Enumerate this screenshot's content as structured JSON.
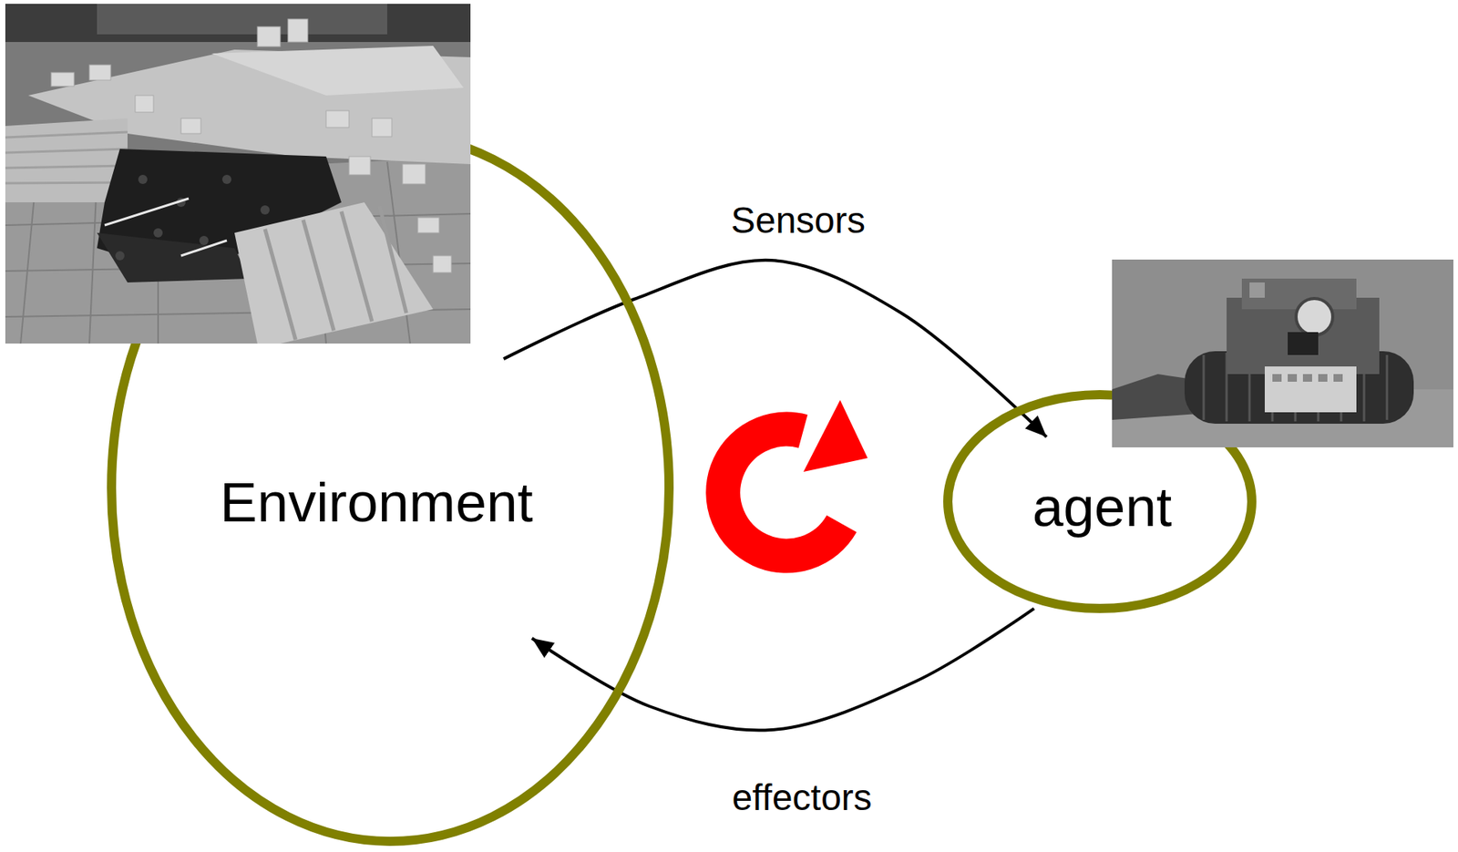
{
  "diagram": {
    "nodes": [
      {
        "text": [
          "Environment"
        ]
      },
      {
        "text": [
          "agent"
        ]
      }
    ],
    "edges": [
      {
        "from": 0,
        "to": 1,
        "arrow": "to",
        "label": "Sensors"
      },
      {
        "from": 1,
        "to": 0,
        "arrow": "to",
        "label": "effectors"
      }
    ]
  }
}
